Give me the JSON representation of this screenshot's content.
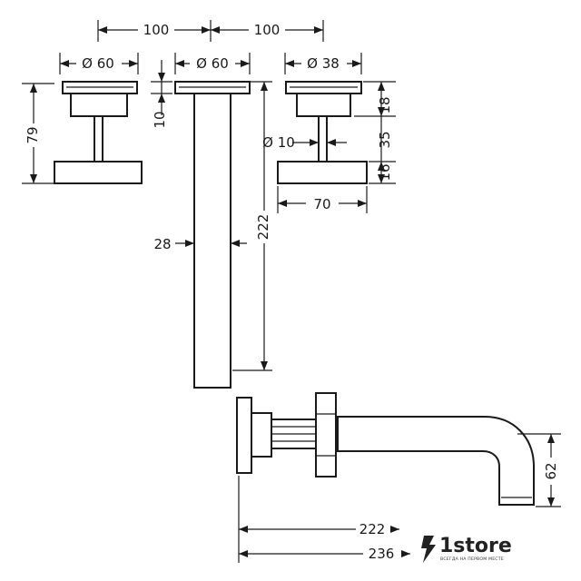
{
  "dimensions": {
    "top_spacing_left": "100",
    "top_spacing_right": "100",
    "handle_left_diameter": "Ø 60",
    "spout_flange_diameter": "Ø 60",
    "handle_right_diameter": "Ø 38",
    "handle_height": "79",
    "flange_thickness": "10",
    "spout_tube_width": "28",
    "spout_length": "222",
    "stem_diameter": "Ø 10",
    "cap_height": "18",
    "stem_height": "35",
    "lever_thickness": "16",
    "lever_length": "70",
    "side_projection_1": "222",
    "side_projection_2": "236",
    "side_height": "62"
  },
  "watermark": {
    "brand": "1store",
    "tagline": "ВСЕГДА НА ПЕРВОМ МЕСТЕ"
  }
}
